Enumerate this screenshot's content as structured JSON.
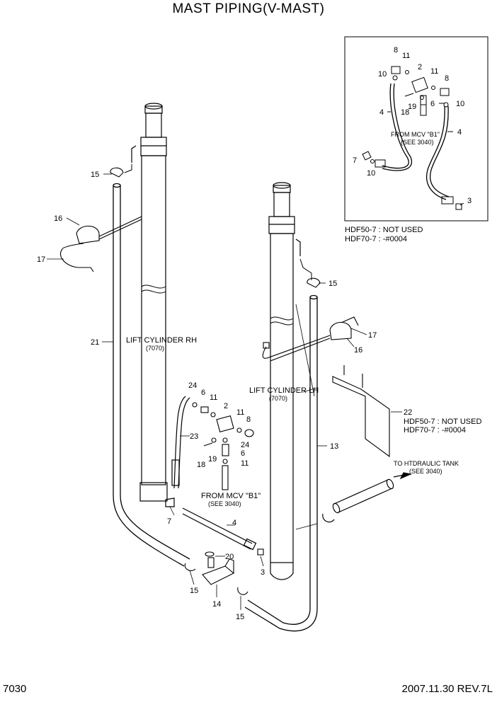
{
  "title": "MAST PIPING(V-MAST)",
  "page_number": "7030",
  "revision": "2007.11.30  REV.7L",
  "annotations": {
    "cyl_rh": "LIFT CYLINDER RH",
    "cyl_rh_ref": "(7070)",
    "cyl_lh": "LIFT CYLINDER LH",
    "cyl_lh_ref": "(7070)",
    "mcv_main": "FROM MCV \"B1\"",
    "mcv_main_ref": "(SEE 3040)",
    "mcv_inset": "FROM MCV \"B1\"",
    "mcv_inset_ref": "(SEE 3040)",
    "tank": "TO HTDRAULIC TANK",
    "tank_ref": "(SEE 3040)",
    "note_inset_1": "HDF50-7 : NOT USED",
    "note_inset_2": "HDF70-7 : -#0004",
    "note_22_1": "HDF50-7 : NOT USED",
    "note_22_2": "HDF70-7 : -#0004"
  },
  "callouts": {
    "c15a": "15",
    "c16a": "16",
    "c17a": "17",
    "c21": "21",
    "c15b": "15",
    "c17b": "17",
    "c16b": "16",
    "c13": "13",
    "c22": "22",
    "c24a": "24",
    "c6a": "6",
    "c11a": "11",
    "c2": "2",
    "c11b": "11",
    "c8": "8",
    "c23": "23",
    "c24b": "24",
    "c6b": "6",
    "c19": "19",
    "c18": "18",
    "c11c": "11",
    "c7": "7",
    "c4": "4",
    "c20": "20",
    "c3": "3",
    "c15c": "15",
    "c14": "14",
    "c15d": "15",
    "i8a": "8",
    "i11a": "11",
    "i10a": "10",
    "i2": "2",
    "i11b": "11",
    "i8b": "8",
    "i19": "19",
    "i6": "6",
    "i10b": "10",
    "i4a": "4",
    "i18": "18",
    "i4b": "4",
    "i7": "7",
    "i10c": "10",
    "i3": "3"
  }
}
